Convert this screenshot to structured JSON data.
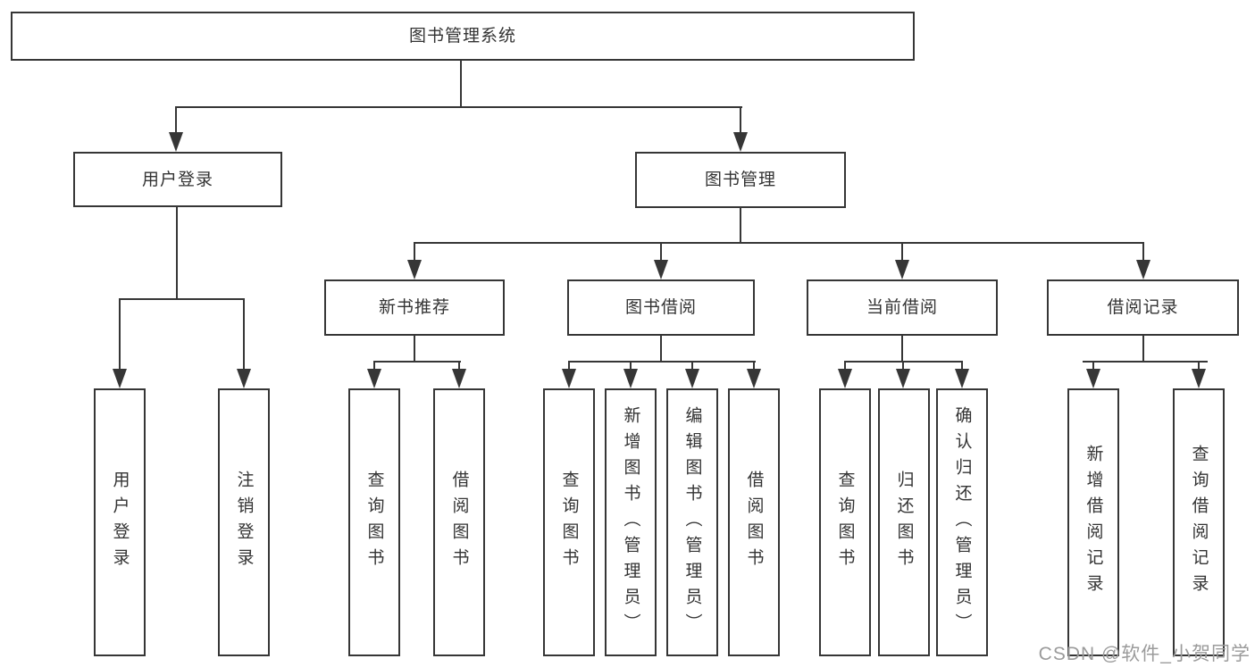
{
  "tree": {
    "label": "图书管理系统",
    "children": [
      {
        "label": "用户登录",
        "children": [
          {
            "label": "用户登录"
          },
          {
            "label": "注销登录"
          }
        ]
      },
      {
        "label": "图书管理",
        "children": [
          {
            "label": "新书推荐",
            "children": [
              {
                "label": "查询图书"
              },
              {
                "label": "借阅图书"
              }
            ]
          },
          {
            "label": "图书借阅",
            "children": [
              {
                "label": "查询图书"
              },
              {
                "label": "新增图书（管理员）"
              },
              {
                "label": "编辑图书（管理员）"
              },
              {
                "label": "借阅图书"
              }
            ]
          },
          {
            "label": "当前借阅",
            "children": [
              {
                "label": "查询图书"
              },
              {
                "label": "归还图书"
              },
              {
                "label": "确认归还（管理员）"
              }
            ]
          },
          {
            "label": "借阅记录",
            "children": [
              {
                "label": "新增借阅记录"
              },
              {
                "label": "查询借阅记录"
              }
            ]
          }
        ]
      }
    ]
  },
  "watermark": "CSDN @软件_小贺同学",
  "colors": {
    "line": "#363636",
    "text": "#333333",
    "watermark": "#9b9b9b",
    "background": "#ffffff"
  }
}
